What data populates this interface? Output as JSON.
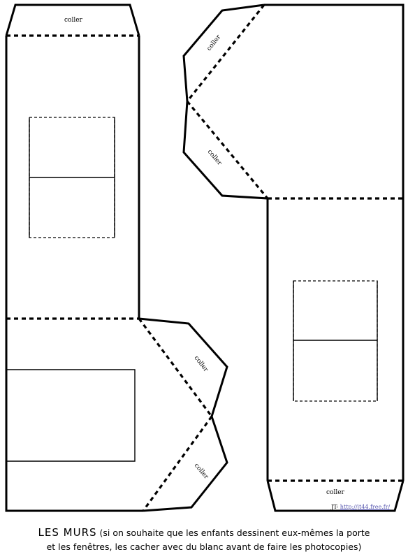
{
  "labels": {
    "glue": "coller"
  },
  "credit": {
    "author": "JT-",
    "url": "http://jt44.free.fr/"
  },
  "caption": {
    "title": "LES  MURS",
    "line1": "(si on souhaite que les enfants dessinent eux-mêmes la porte",
    "line2": "et les fenêtres, les cacher avec du blanc avant de faire les photocopies)"
  }
}
